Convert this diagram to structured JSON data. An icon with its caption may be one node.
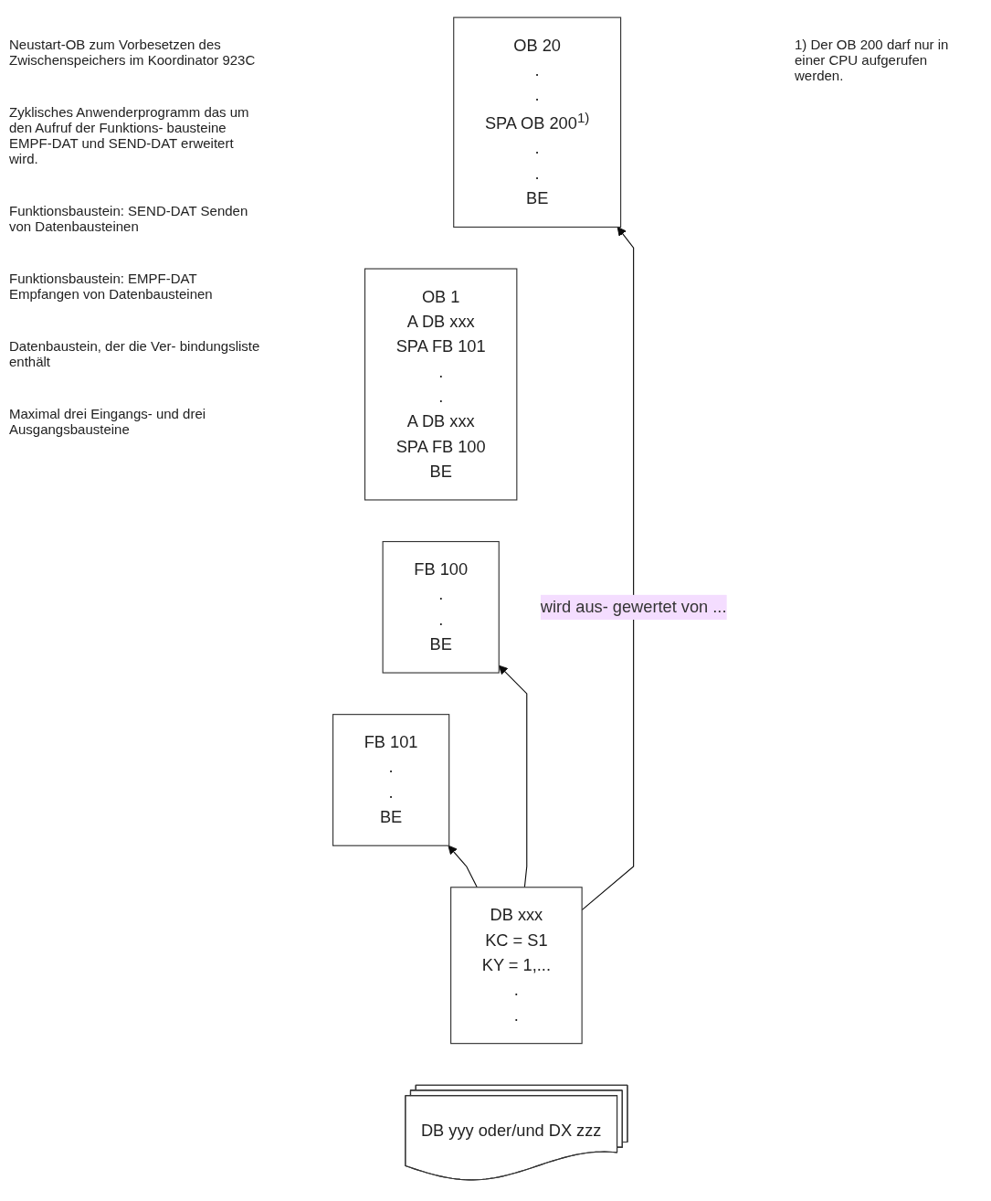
{
  "diagram": {
    "nodes": [
      {
        "text": [
          "OB 20",
          ".",
          ".",
          "SPA OB 200$^{1)}$",
          ".",
          ".",
          "BE"
        ]
      },
      {
        "text": [
          "OB 1",
          "A DB xxx",
          "SPA FB 101",
          ".",
          ".",
          "A DB xxx",
          "SPA FB 100",
          "BE"
        ]
      },
      {
        "text": [
          "FB 100",
          ".",
          ".",
          "BE"
        ]
      },
      {
        "text": [
          "FB 101",
          ".",
          ".",
          "BE"
        ]
      },
      {
        "text": [
          "DB xxx",
          "KC = S1",
          "KY = 1,...",
          ".",
          "."
        ]
      },
      {
        "text": [
          "DB yyy oder/und DX zzz"
        ]
      }
    ],
    "edges": [
      {
        "from": 4,
        "to": 0,
        "arrow": "to",
        "label": "wird aus- gewertet von ..."
      },
      {
        "from": 4,
        "to": 2,
        "arrow": "to"
      },
      {
        "from": 4,
        "to": 3,
        "arrow": "to"
      }
    ],
    "labels": [
      "Neustart-OB zum Vorbesetzen des Zwischenspeichers im Koordinator 923C",
      "1) Der OB 200 darf nur in einer CPU aufgerufen werden.",
      "Zyklisches Anwenderprogramm das um den Aufruf der Funktions- bausteine EMPF-DAT und SEND-DAT erweitert wird.",
      "Funktionsbaustein: SEND-DAT Senden von Datenbausteinen",
      "Funktionsbaustein: EMPF-DAT Empfangen von Datenbausteinen",
      "Datenbaustein, der die Ver- bindungsliste enthält",
      "Maximal drei Eingangs- und drei Ausgangsbausteine"
    ]
  }
}
